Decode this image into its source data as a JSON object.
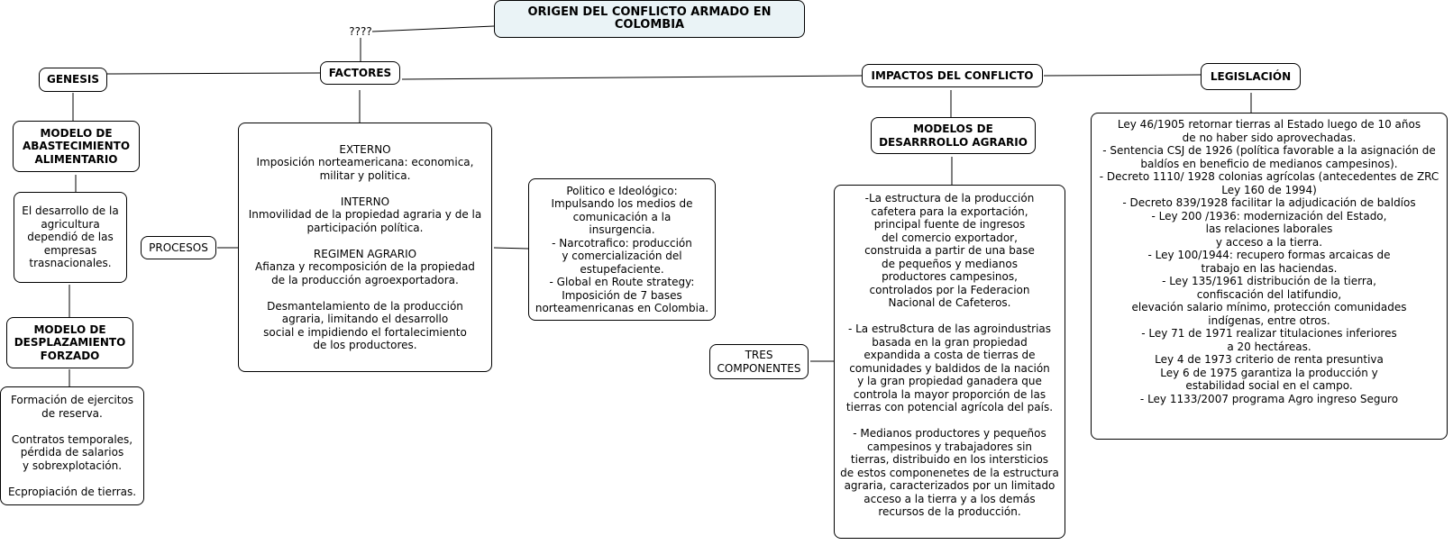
{
  "title": "ORIGEN DEL CONFLICTO ARMADO EN COLOMBIA",
  "question": "????",
  "nodes": {
    "factores": "FACTORES",
    "genesis": "GENESIS",
    "impactos": "IMPACTOS DEL CONFLICTO",
    "legislacion": "LEGISLACIÓN",
    "modelo_abastecimiento": "MODELO DE\nABASTECIMIENTO\nALIMENTARIO",
    "desarrollo_agricultura": "El desarrollo de la\nagricultura\ndependió de las\nempresas\ntrasnacionales.",
    "modelo_desplazamiento": "MODELO DE\nDESPLAZAMIENTO\nFORZADO",
    "formacion": "Formación de ejercitos\nde reserva.\n\nContratos temporales,\npérdida de salarios\ny sobrexplotación.\n\nEcpropiación de tierras.",
    "procesos": "PROCESOS",
    "factores_detalle": "EXTERNO\nImposición norteamericana: economica,\nmilitar y politica.\n\nINTERNO\nInmovilidad de la propiedad agraria y de la\nparticipación política.\n\nREGIMEN AGRARIO\nAfianza y recomposición de la propiedad\nde la producción agroexportadora.\n\nDesmantelamiento de la producción\nagraria, limitando el desarrollo\nsocial e impidiendo el fortalecimiento\nde los productores.",
    "politico": "Politico e Ideológico:\nImpulsando los medios de\ncomunicación a la\ninsurgencia.\n- Narcotrafico: producción\ny comercialización del\nestupefaciente.\n- Global en Route strategy:\nImposición de 7 bases\nnorteamenricanas en Colombia.",
    "modelos_desarrollo": "MODELOS DE\nDESARRROLLO AGRARIO",
    "tres_componentes": "TRES\nCOMPONENTES",
    "estructura": "-La estructura de la producción\ncafetera para la exportación,\nprincipal fuente de ingresos\ndel comercio exportador,\nconstruida a partir de una base\nde pequeños y medianos\nproductores campesinos,\ncontrolados por la Federacion\nNacional de Cafeteros.\n\n- La estru8ctura de las agroindustrias\nbasada en la gran propiedad\nexpandida a costa de tierras de\ncomunidades y baldidos de la nación\ny la gran propiedad ganadera que\ncontrola la mayor proporción de las\ntierras con potencial agrícola del país.\n\n- Medianos productores y pequeños\ncampesinos y trabajadores sin\ntierras, distribuido en los intersticios\nde estos componenetes de la estructura\nagraria, caracterizados por un limitado\nacceso a la tierra y a los demás\nrecursos de la producción.",
    "leyes": "Ley 46/1905 retornar tierras al Estado luego de 10 años\nde no haber sido aprovechadas.\n- Sentencia CSJ de 1926 (política favorable a la asignación de\nbaldíos en beneficio de medianos campesinos).\n- Decreto 1110/ 1928 colonias agrícolas (antecedentes de ZRC\nLey 160 de 1994)\n- Decreto 839/1928 facilitar la adjudicación de baldíos\n-  Ley 200 /1936: modernización del Estado,\nlas relaciones laborales\ny acceso a la tierra.\n- Ley 100/1944: recupero formas arcaicas de\ntrabajo en las haciendas.\n- Ley 135/1961 distribución de la tierra,\nconfiscación del latifundio,\nelevación salario mínimo, protección comunidades\nindígenas, entre otros.\n- Ley 71 de 1971 realizar titulaciones inferiores\na 20 hectáreas.\nLey 4 de 1973 criterio de renta presuntiva\nLey 6 de 1975 garantiza la producción y\nestabilidad social en el campo.\n- Ley 1133/2007 programa Agro ingreso Seguro"
  }
}
